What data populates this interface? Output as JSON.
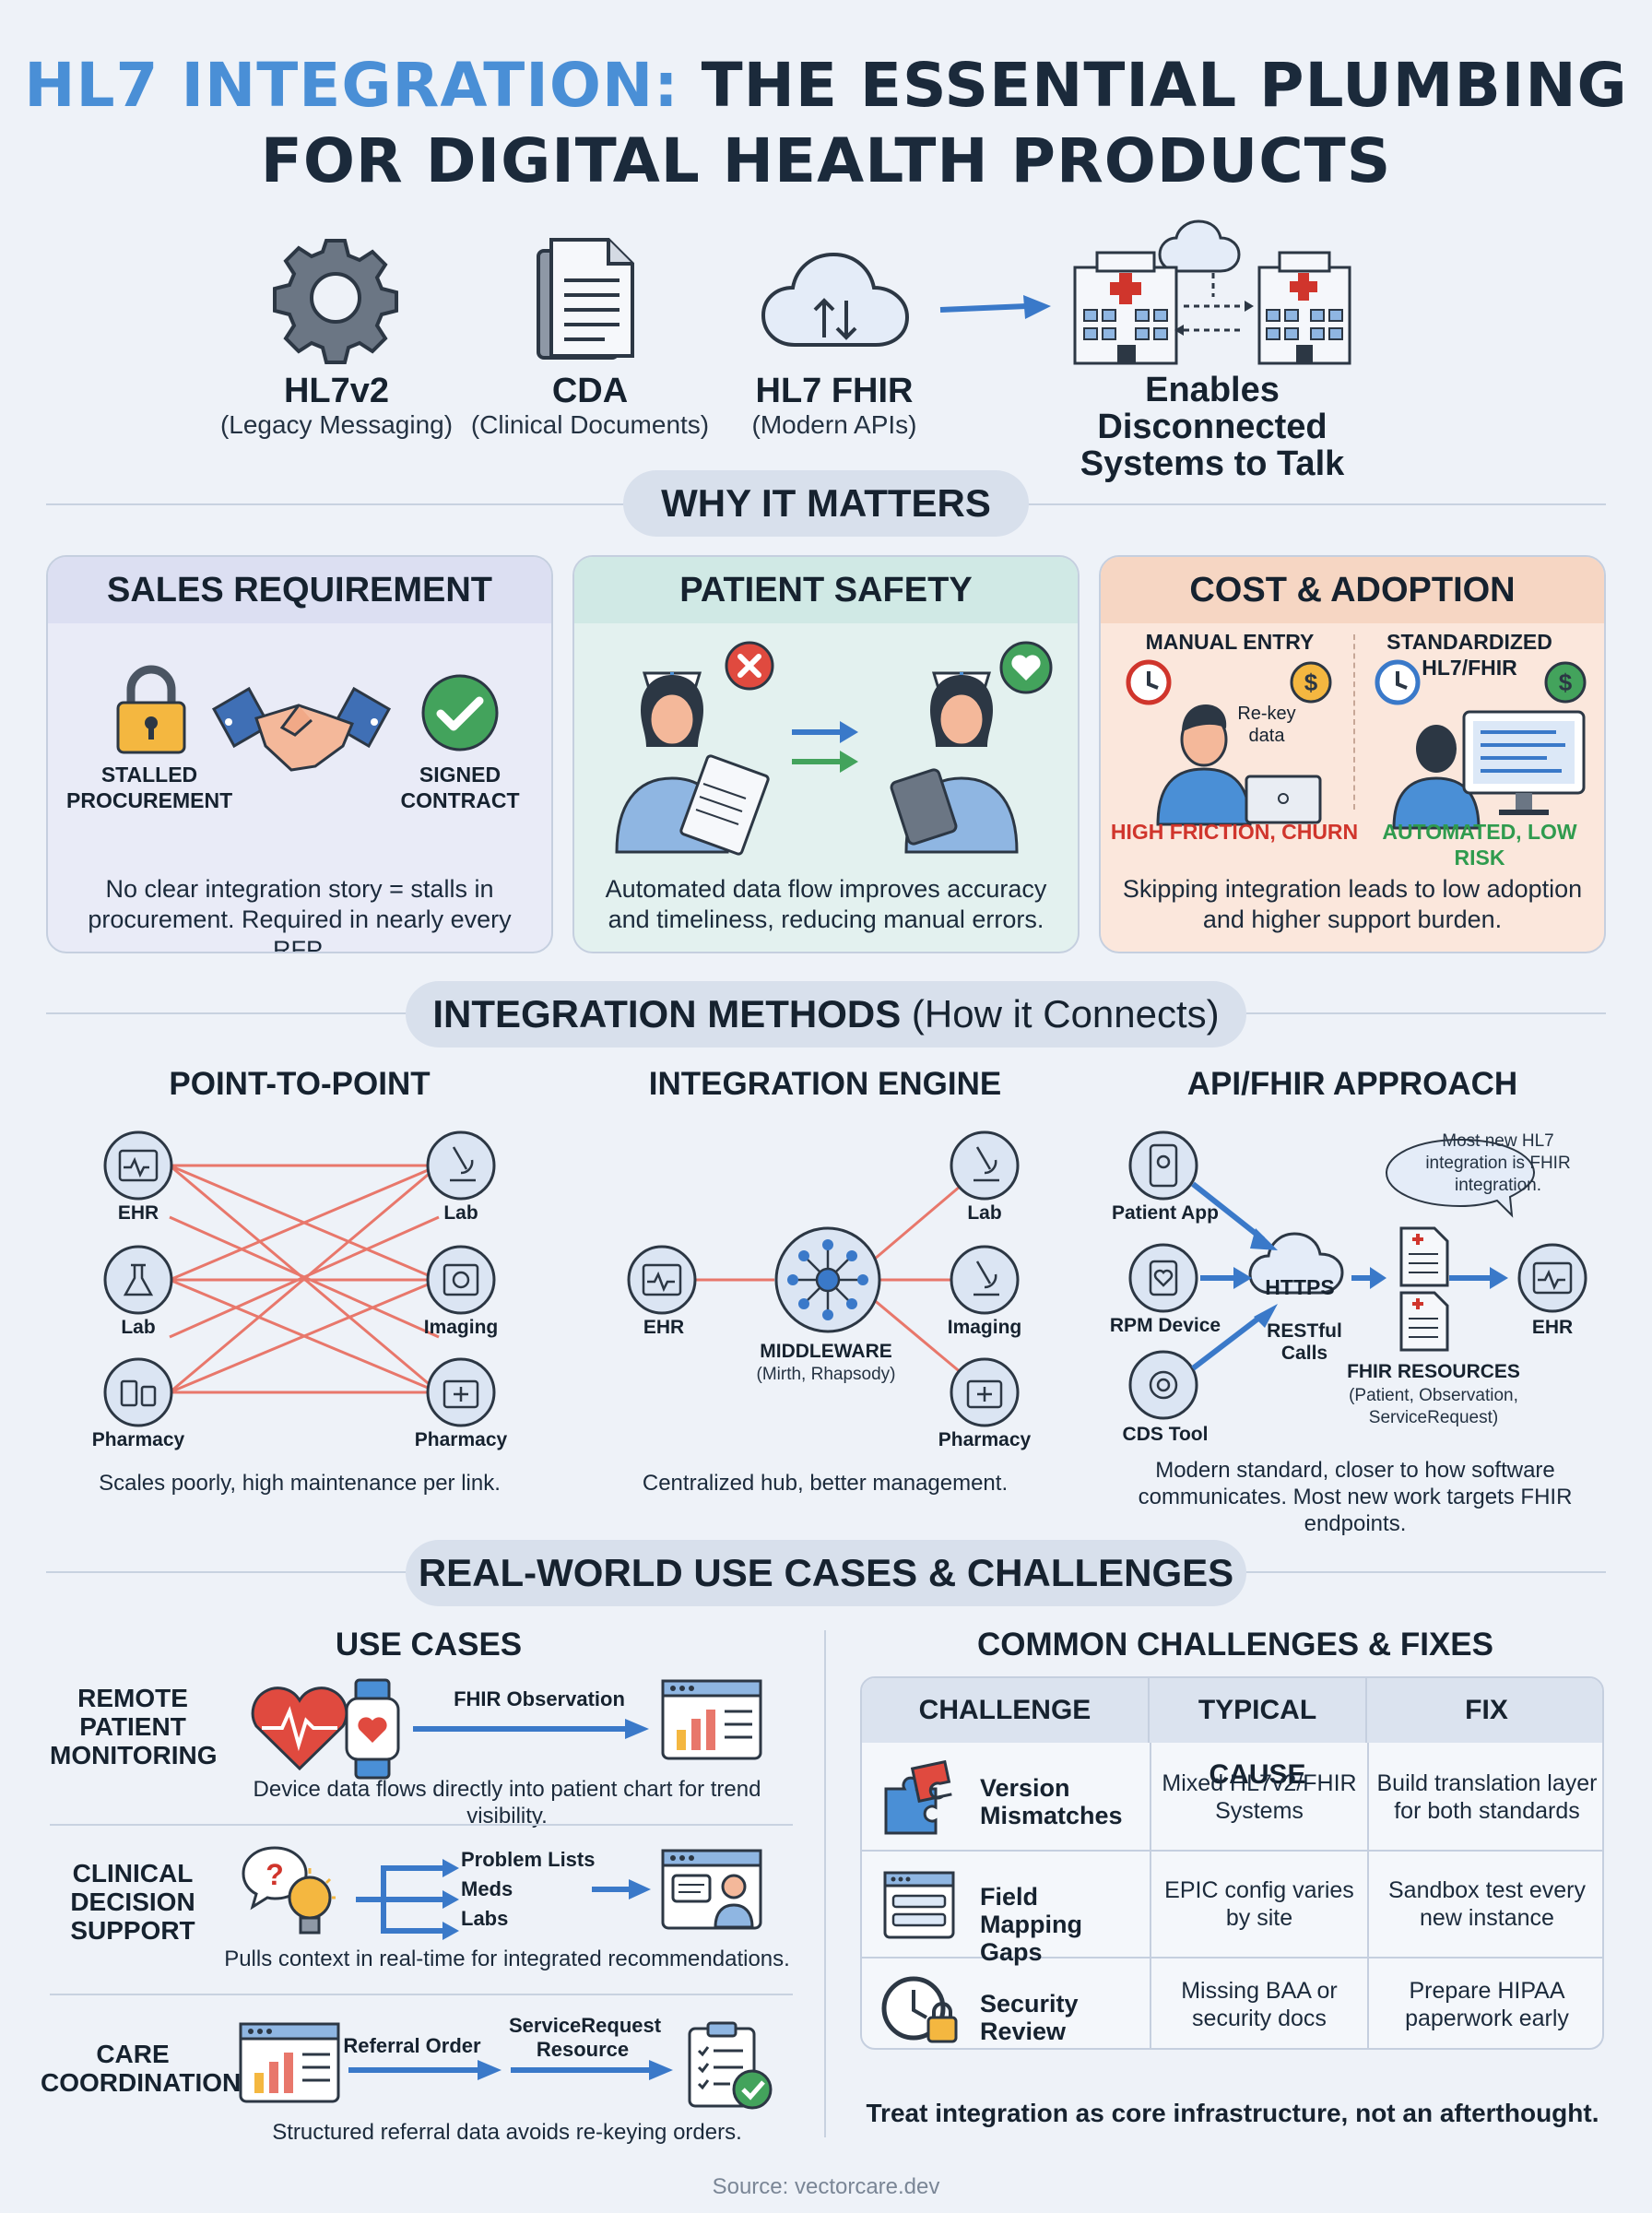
{
  "title": {
    "part1": "HL7 INTEGRATION:",
    "part2": " THE ESSENTIAL PLUMBING",
    "line2": "FOR DIGITAL HEALTH PRODUCTS"
  },
  "top_icons": [
    {
      "label": "HL7v2",
      "sub": "(Legacy Messaging)",
      "icon": "gear-icon"
    },
    {
      "label": "CDA",
      "sub": "(Clinical Documents)",
      "icon": "document-icon"
    },
    {
      "label": "HL7 FHIR",
      "sub": "(Modern APIs)",
      "icon": "cloud-icon"
    },
    {
      "label": "Enables Disconnected Systems to Talk",
      "icon": "hospitals-icon"
    }
  ],
  "why": {
    "pill": "WHY IT MATTERS",
    "cards": [
      {
        "title": "SALES REQUIREMENT",
        "left": "STALLED PROCUREMENT",
        "right": "SIGNED CONTRACT",
        "text": "No clear integration story = stalls in procurement. Required in nearly every RFP.",
        "bg": "#e7e9f7"
      },
      {
        "title": "PATIENT SAFETY",
        "text": "Automated data flow improves accuracy and timeliness, reducing manual errors.",
        "bg": "#e3f1ef"
      },
      {
        "title": "COST & ADOPTION",
        "manual": "MANUAL ENTRY",
        "std": "STANDARDIZED HL7/FHIR",
        "rekey": "Re-key data",
        "bad": "HIGH FRICTION, CHURN",
        "good": "AUTOMATED, LOW RISK",
        "text": "Skipping integration leads to low adoption and higher support burden.",
        "bg": "#fbe7dc"
      }
    ]
  },
  "methods": {
    "pill_bold": "INTEGRATION METHODS",
    "pill_light": " (How it Connects)",
    "p2p": {
      "title": "POINT-TO-POINT",
      "nodes_left": [
        "EHR",
        "Lab",
        "Pharmacy"
      ],
      "nodes_right": [
        "Lab",
        "Imaging",
        "Pharmacy"
      ],
      "desc": "Scales poorly, high maintenance per link."
    },
    "engine": {
      "title": "INTEGRATION ENGINE",
      "left": "EHR",
      "hub": "MIDDLEWARE",
      "hub_sub": "(Mirth, Rhapsody)",
      "right": [
        "Lab",
        "Imaging",
        "Pharmacy"
      ],
      "desc": "Centralized hub, better management."
    },
    "api": {
      "title": "API/FHIR APPROACH",
      "sources": [
        "Patient App",
        "RPM Device",
        "CDS Tool"
      ],
      "https": "HTTPS",
      "restful": "RESTful Calls",
      "resources": "FHIR RESOURCES",
      "resources_sub": "(Patient, Observation, ServiceRequest)",
      "ehr": "EHR",
      "bubble": "Most new HL7 integration is FHIR integration.",
      "desc": "Modern standard, closer to how software communicates. Most new work targets FHIR endpoints."
    }
  },
  "usecases": {
    "pill": "REAL-WORLD USE CASES & CHALLENGES",
    "title": "USE CASES",
    "items": [
      {
        "label": "REMOTE PATIENT MONITORING",
        "flow": "FHIR Observation",
        "desc": "Device data flows directly into patient chart for trend visibility."
      },
      {
        "label": "CLINICAL DECISION SUPPORT",
        "flow": [
          "Problem Lists",
          "Meds",
          "Labs"
        ],
        "desc": "Pulls context in real-time for integrated recommendations."
      },
      {
        "label": "CARE COORDINATION",
        "flow": [
          "Referral Order",
          "ServiceRequest Resource"
        ],
        "desc": "Structured referral data avoids re-keying orders."
      }
    ]
  },
  "challenges": {
    "title": "COMMON CHALLENGES & FIXES",
    "headers": [
      "CHALLENGE",
      "TYPICAL CAUSE",
      "FIX"
    ],
    "rows": [
      {
        "challenge": "Version Mismatches",
        "cause": "Mixed HL7v2/FHIR Systems",
        "fix": "Build translation layer for both standards",
        "icon": "puzzle-icon"
      },
      {
        "challenge": "Field Mapping Gaps",
        "cause": "EPIC config varies by site",
        "fix": "Sandbox test every new instance",
        "icon": "form-icon"
      },
      {
        "challenge": "Security Review Delays",
        "cause": "Missing BAA or security docs",
        "fix": "Prepare HIPAA paperwork early",
        "icon": "clock-lock-icon"
      }
    ],
    "footer": "Treat integration as core infrastructure, not an afterthought."
  },
  "source": "Source: vectorcare.dev",
  "colors": {
    "accent_blue": "#4a8fd6",
    "dark": "#1b2a3b",
    "red": "#d0352c",
    "green": "#2f9b4e",
    "line_red": "#e8776b"
  }
}
